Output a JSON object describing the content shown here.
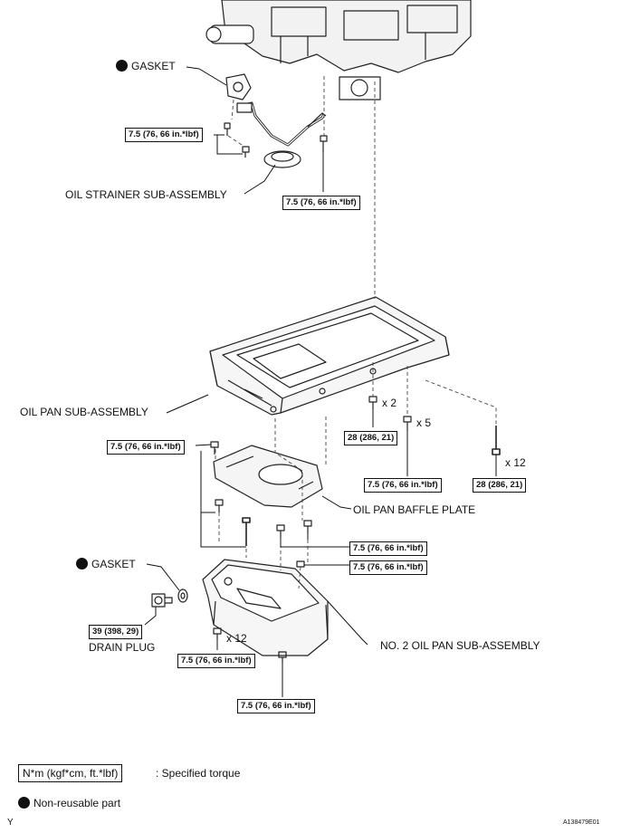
{
  "labels": {
    "gasket_top": "GASKET",
    "oil_strainer": "OIL STRAINER SUB-ASSEMBLY",
    "oil_pan": "OIL PAN SUB-ASSEMBLY",
    "baffle_plate": "OIL PAN BAFFLE PLATE",
    "gasket_bottom": "GASKET",
    "drain_plug": "DRAIN PLUG",
    "no2_oil_pan": "NO. 2 OIL PAN SUB-ASSEMBLY"
  },
  "torques": {
    "t1": "7.5 (76, 66 in.*lbf)",
    "t2": "7.5 (76, 66 in.*lbf)",
    "t3": "28 (286, 21)",
    "t4": "7.5 (76, 66 in.*lbf)",
    "t5": "28 (286, 21)",
    "t6": "7.5 (76, 66 in.*lbf)",
    "t7": "7.5 (76, 66 in.*lbf)",
    "t8": "7.5 (76, 66 in.*lbf)",
    "t9": "39 (398, 29)",
    "t10": "7.5 (76, 66 in.*lbf)",
    "t11": "7.5 (76, 66 in.*lbf)"
  },
  "multipliers": {
    "m1": "x 2",
    "m2": "x 5",
    "m3": "x 12",
    "m4": "x 12"
  },
  "legend": {
    "unit_box": "N*m (kgf*cm, ft.*lbf)",
    "unit_text": ": Specified torque",
    "nonreusable": "Non-reusable part"
  },
  "footer": {
    "left_mark": "Y",
    "figure_code": "A138479E01"
  }
}
